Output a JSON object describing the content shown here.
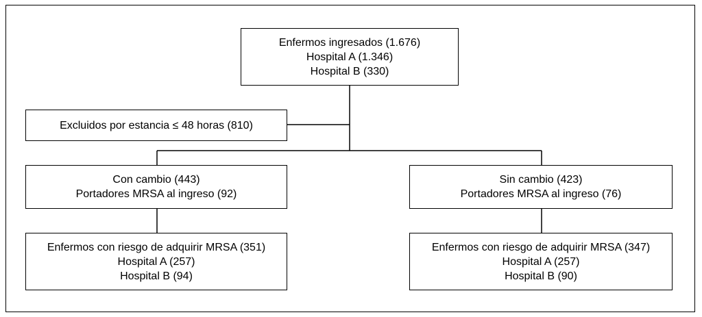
{
  "flowchart": {
    "admitted": {
      "line1": "Enfermos ingresados (1.676)",
      "line2": "Hospital A (1.346)",
      "line3": "Hospital B (330)"
    },
    "excluded": {
      "line1": "Excluidos por estancia ≤ 48 horas (810)"
    },
    "with_change": {
      "line1": "Con cambio (443)",
      "line2": "Portadores MRSA al ingreso (92)"
    },
    "without_change": {
      "line1": "Sin cambio (423)",
      "line2": "Portadores MRSA al ingreso (76)"
    },
    "at_risk_with_change": {
      "line1": "Enfermos con riesgo de adquirir MRSA (351)",
      "line2": "Hospital A (257)",
      "line3": "Hospital B (94)"
    },
    "at_risk_without_change": {
      "line1": "Enfermos con riesgo de adquirir MRSA (347)",
      "line2": "Hospital A (257)",
      "line3": "Hospital B (90)"
    }
  }
}
